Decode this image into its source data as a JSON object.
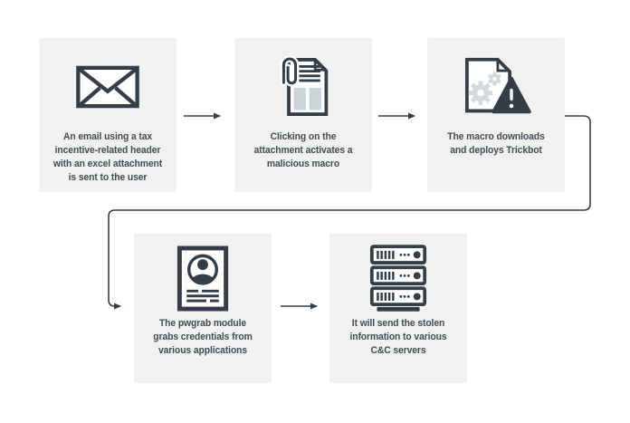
{
  "diagram": {
    "colors": {
      "card_background": "#f1f1ef",
      "icon_dark": "#333e48",
      "icon_light_blue": "#c9d5da",
      "gear_gray": "#d3dadd",
      "text": "#424c54",
      "arrow": "#333e48",
      "page_background": "#ffffff"
    },
    "steps": [
      {
        "order": 1,
        "icon": "email-icon",
        "text": "An email using a tax\nincentive-related header\nwith an excel attachment\nis sent to the user"
      },
      {
        "order": 2,
        "icon": "attachment-document-icon",
        "text": "Clicking on the\nattachment activates a\nmalicious macro"
      },
      {
        "order": 3,
        "icon": "macro-warning-document-icon",
        "text": "The macro downloads\nand deploys Trickbot"
      },
      {
        "order": 4,
        "icon": "credentials-id-card-icon",
        "text": "The pwgrab module\ngrabs credentials from\nvarious applications"
      },
      {
        "order": 5,
        "icon": "cc-servers-icon",
        "text": "It will send the stolen\ninformation to various\nC&C servers"
      }
    ],
    "connections": [
      "1→2",
      "2→3",
      "3→4",
      "4→5"
    ]
  }
}
